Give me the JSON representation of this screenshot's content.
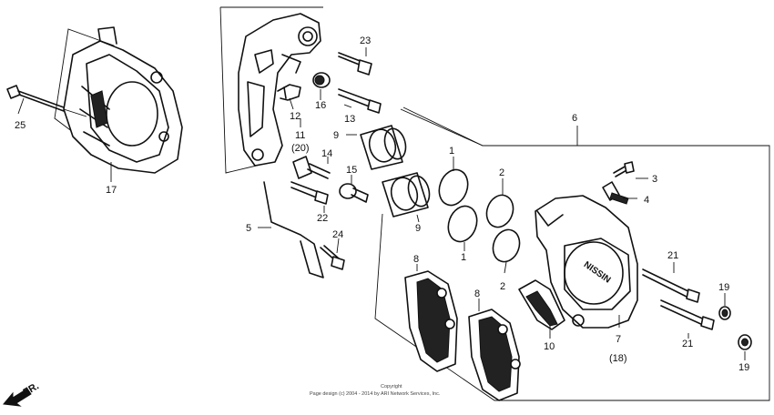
{
  "labels": {
    "p1a": "1",
    "p1b": "1",
    "p2a": "2",
    "p2b": "2",
    "p3": "3",
    "p4": "4",
    "p5": "5",
    "p6": "6",
    "p7": "7",
    "p7alt": "(18)",
    "p8a": "8",
    "p8b": "8",
    "p9a": "9",
    "p9b": "9",
    "p10": "10",
    "p11": "11",
    "p11alt": "(20)",
    "p12": "12",
    "p13": "13",
    "p14": "14",
    "p15": "15",
    "p16": "16",
    "p17": "17",
    "p19a": "19",
    "p19b": "19",
    "p21a": "21",
    "p21b": "21",
    "p22": "22",
    "p23": "23",
    "p24": "24",
    "p25": "25"
  },
  "direction": {
    "label": "FR."
  },
  "pad_marking": "NISSIN",
  "copyright": {
    "line1": "Copyright",
    "line2": "Page design (c) 2004 - 2014 by ARI Network Services, Inc."
  }
}
